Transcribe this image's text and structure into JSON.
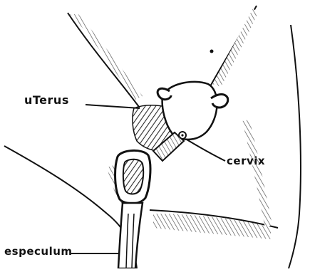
{
  "labels": {
    "uterus": "uTerus",
    "cervix": "cervix",
    "speculum": "especulum"
  },
  "colors": {
    "ink": "#111111",
    "paper": "#ffffff",
    "hatch": "#3a3a3a"
  }
}
